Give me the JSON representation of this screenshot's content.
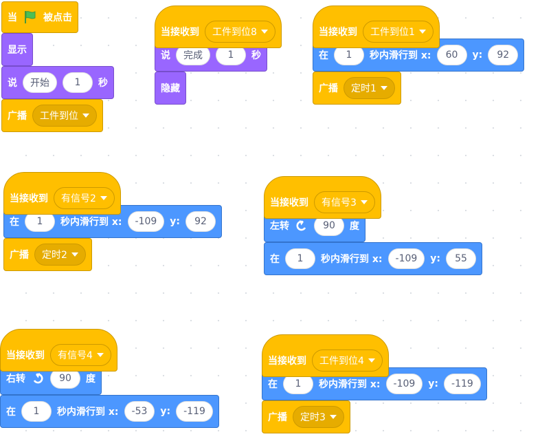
{
  "scripts": {
    "s1": {
      "hat": {
        "prefix": "当",
        "flag_icon": "green-flag-icon",
        "suffix": "被点击"
      },
      "show": "显示",
      "say": {
        "label": "说",
        "text": "开始",
        "secs": "1",
        "unit": "秒"
      },
      "broadcast": {
        "label": "广播",
        "message": "工件到位"
      }
    },
    "s2": {
      "hat": {
        "label": "当接收到",
        "message": "工件到位8"
      },
      "say": {
        "label": "说",
        "text": "完成",
        "secs": "1",
        "unit": "秒"
      },
      "hide": "隐藏"
    },
    "s3": {
      "hat": {
        "label": "当接收到",
        "message": "工件到位1"
      },
      "glide": {
        "prefix": "在",
        "secs": "1",
        "mid": "秒内滑行到 x:",
        "x": "60",
        "ylabel": "y:",
        "y": "92"
      },
      "broadcast": {
        "label": "广播",
        "message": "定时1"
      }
    },
    "s4": {
      "hat": {
        "label": "当接收到",
        "message": "有信号2"
      },
      "glide": {
        "prefix": "在",
        "secs": "1",
        "mid": "秒内滑行到 x:",
        "x": "-109",
        "ylabel": "y:",
        "y": "92"
      },
      "broadcast": {
        "label": "广播",
        "message": "定时2"
      }
    },
    "s5": {
      "hat": {
        "label": "当接收到",
        "message": "有信号3"
      },
      "turn": {
        "label": "左转",
        "deg": "90",
        "unit": "度"
      },
      "glide": {
        "prefix": "在",
        "secs": "1",
        "mid": "秒内滑行到 x:",
        "x": "-109",
        "ylabel": "y:",
        "y": "55"
      }
    },
    "s6": {
      "hat": {
        "label": "当接收到",
        "message": "有信号4"
      },
      "turn": {
        "label": "右转",
        "deg": "90",
        "unit": "度"
      },
      "glide": {
        "prefix": "在",
        "secs": "1",
        "mid": "秒内滑行到 x:",
        "x": "-53",
        "ylabel": "y:",
        "y": "-119"
      }
    },
    "s7": {
      "hat": {
        "label": "当接收到",
        "message": "工件到位4"
      },
      "glide": {
        "prefix": "在",
        "secs": "1",
        "mid": "秒内滑行到 x:",
        "x": "-109",
        "ylabel": "y:",
        "y": "-119"
      },
      "broadcast": {
        "label": "广播",
        "message": "定时3"
      }
    }
  },
  "colors": {
    "events": "#ffbf00",
    "looks": "#9966ff",
    "motion": "#4c97ff",
    "flag": "#4cbf56"
  }
}
